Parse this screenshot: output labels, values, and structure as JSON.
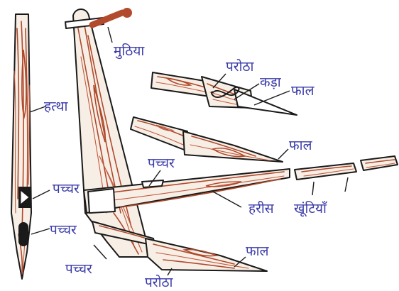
{
  "colors": {
    "label": "#3a3aa8",
    "wood_grain": "#b0492c",
    "handle": "#b24a2e",
    "outline": "#1a1a1a"
  },
  "labels": {
    "muthiya": "मुठिया",
    "hattha": "हत्था",
    "parotha_top": "परोठा",
    "kada": "कड़ा",
    "phal_top": "फाल",
    "phal_middle": "फाल",
    "pachchar_middle": "पच्चर",
    "pachchar_left_1": "पच्चर",
    "pachchar_left_2": "पच्चर",
    "khuntiyan": "खूंटियाँ",
    "haris": "हरीस",
    "pachchar_bottom": "पच्चर",
    "phal_bottom": "फाल",
    "parotha_bottom": "परोठा"
  }
}
